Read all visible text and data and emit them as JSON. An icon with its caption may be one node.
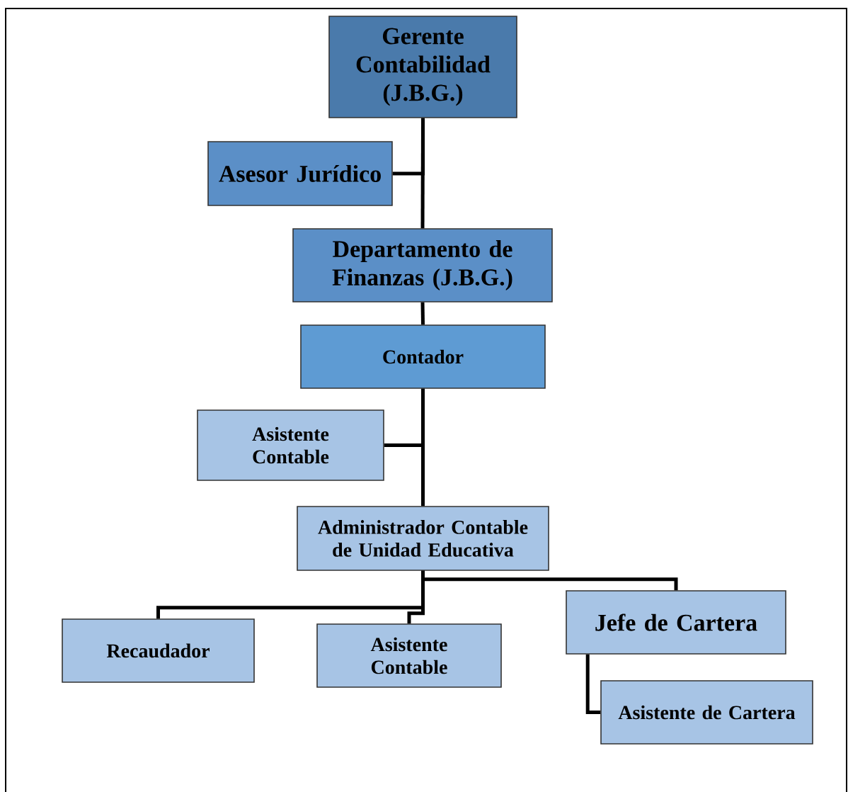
{
  "diagram": {
    "nodes": [
      {
        "text": [
          "Gerente Contabilidad (J.B.G.)"
        ]
      },
      {
        "text": [
          "Asesor Jurídico"
        ]
      },
      {
        "text": [
          "Departamento de Finanzas (J.B.G.)"
        ]
      },
      {
        "text": [
          "Contador"
        ]
      },
      {
        "text": [
          "Asistente Contable"
        ]
      },
      {
        "text": [
          "Administrador Contable de Unidad Educativa"
        ]
      },
      {
        "text": [
          "Recaudador"
        ]
      },
      {
        "text": [
          "Asistente Contable"
        ]
      },
      {
        "text": [
          "Jefe de Cartera"
        ]
      },
      {
        "text": [
          "Asistente de Cartera"
        ]
      }
    ],
    "edges": [
      {
        "from": 0,
        "to": 1,
        "arrow": "none"
      },
      {
        "from": 0,
        "to": 2,
        "arrow": "none"
      },
      {
        "from": 2,
        "to": 3,
        "arrow": "none"
      },
      {
        "from": 3,
        "to": 4,
        "arrow": "none"
      },
      {
        "from": 3,
        "to": 5,
        "arrow": "none"
      },
      {
        "from": 5,
        "to": 6,
        "arrow": "none"
      },
      {
        "from": 5,
        "to": 7,
        "arrow": "none"
      },
      {
        "from": 5,
        "to": 8,
        "arrow": "none"
      },
      {
        "from": 8,
        "to": 9,
        "arrow": "none"
      }
    ]
  }
}
